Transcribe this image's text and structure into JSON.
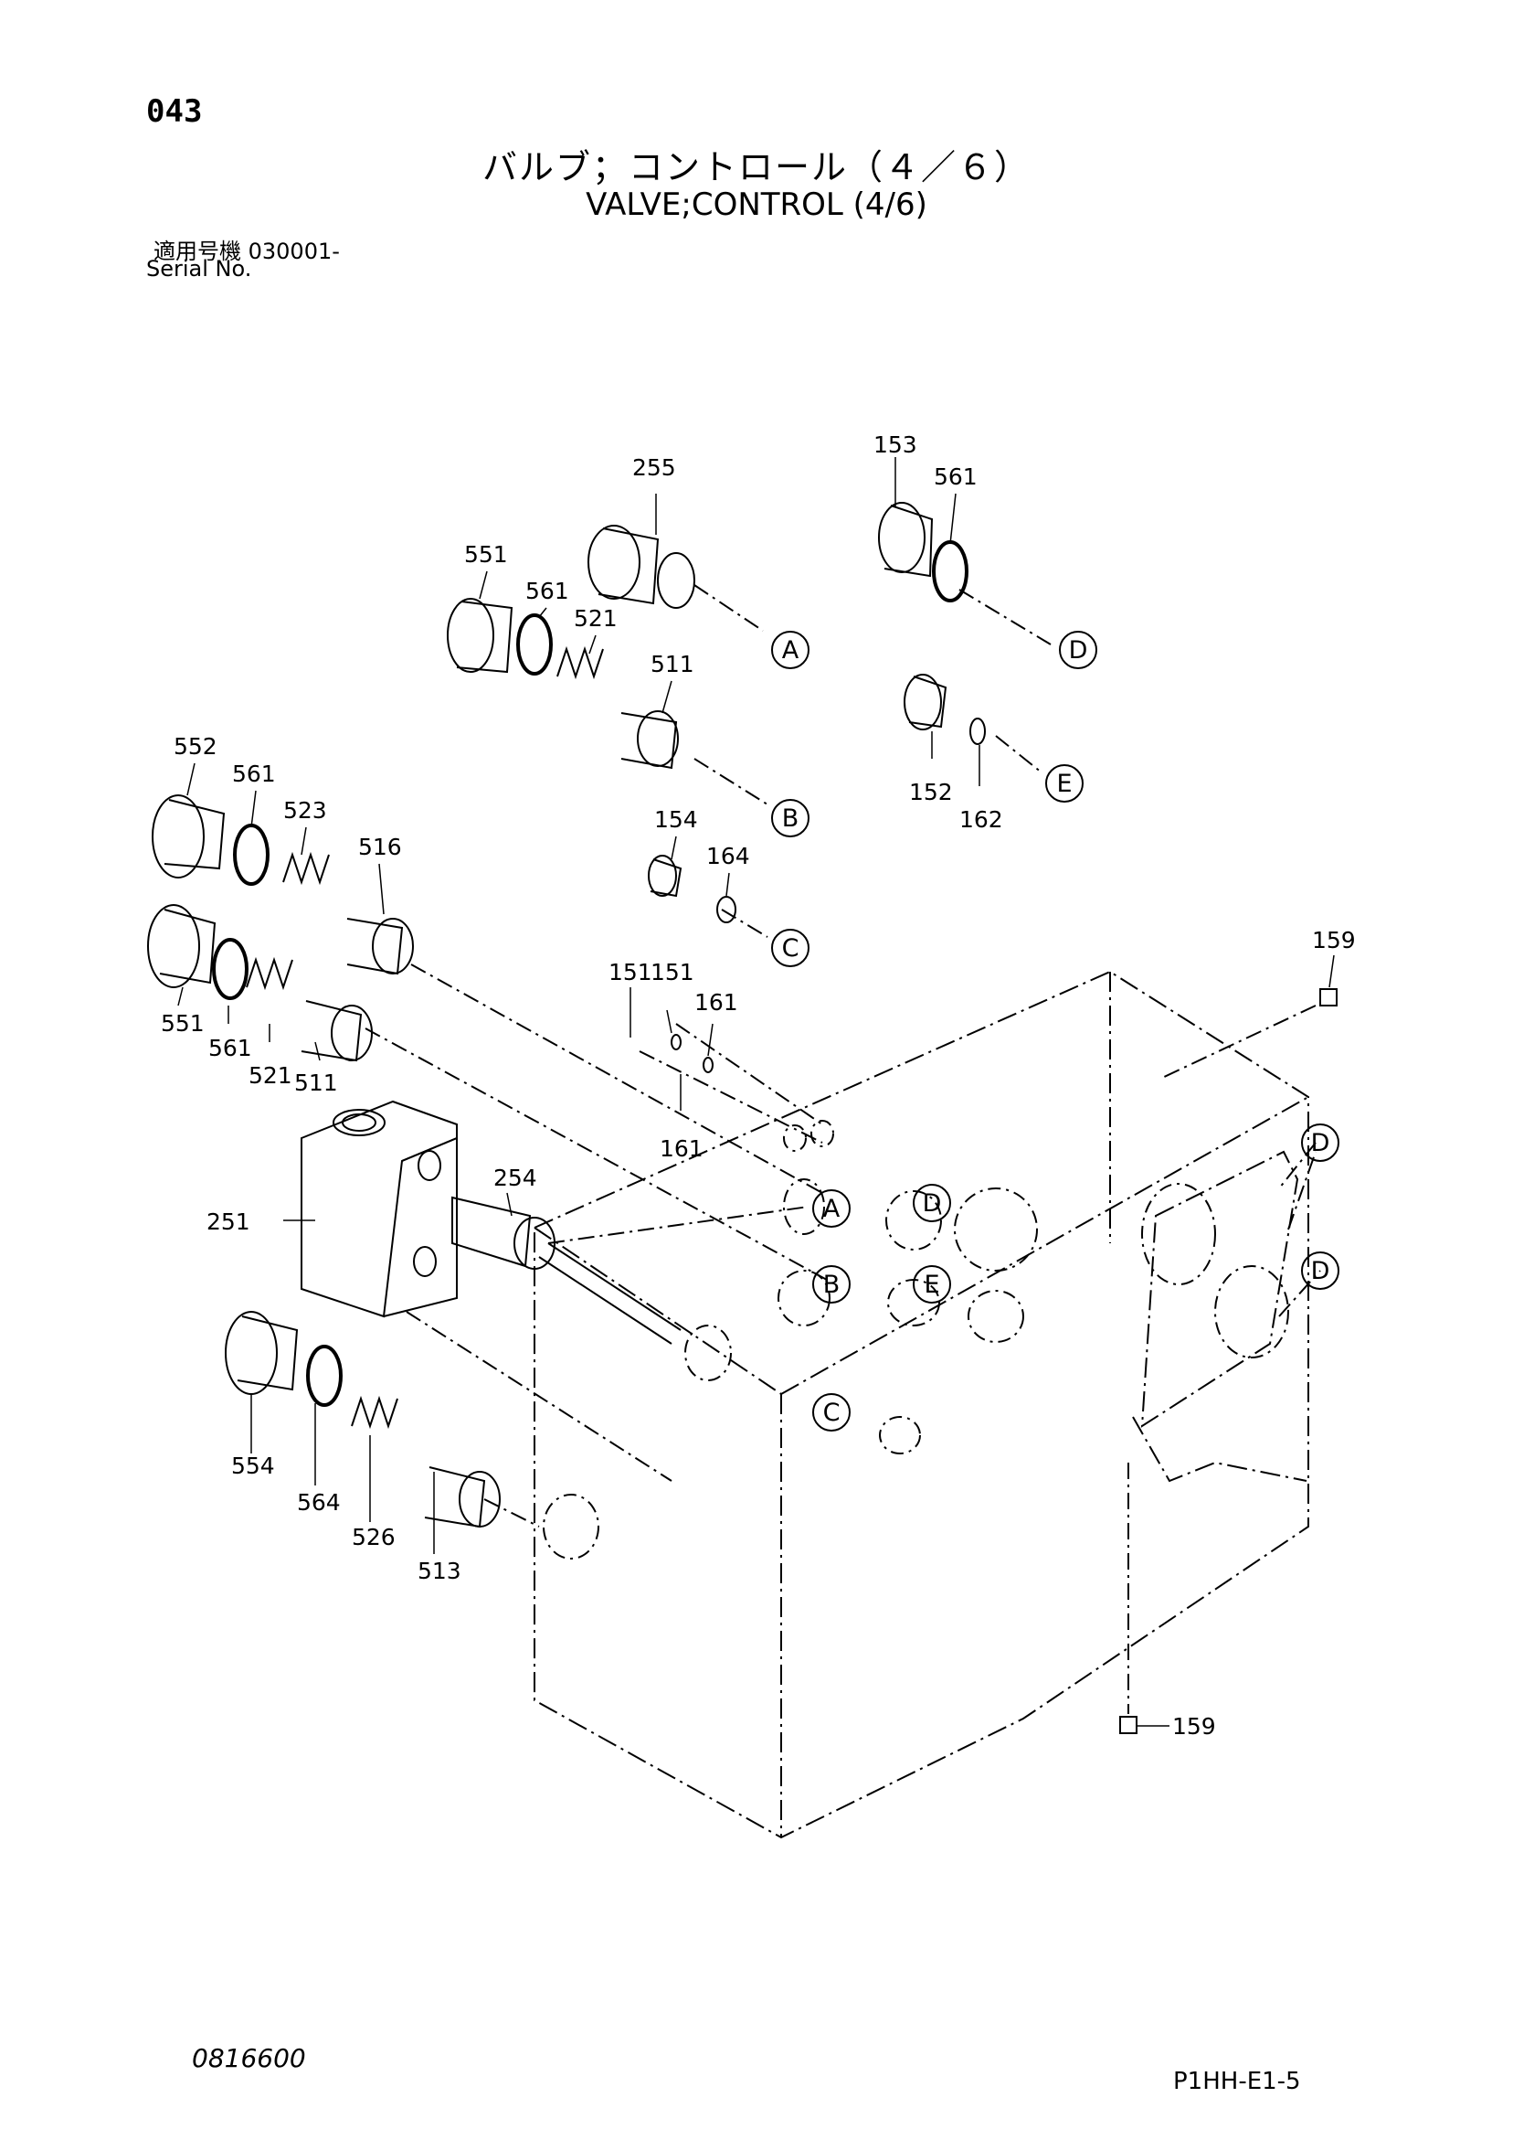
{
  "header": {
    "page_no": "043",
    "title_jp": "バルブ；コントロール（４／６）",
    "title_en": "VALVE;CONTROL (4/6)",
    "serial_jp": "適用号機 030001-",
    "serial_en": "Serial No."
  },
  "footer": {
    "drawing_no": "0816600",
    "sheet_no": "P1HH-E1-5"
  },
  "parts": {
    "p255": "255",
    "p153": "153",
    "p561_top": "561",
    "p551_top": "551",
    "p561_mid": "561",
    "p521_mid": "521",
    "p511_mid": "511",
    "p552": "552",
    "p561_left": "561",
    "p523": "523",
    "p516": "516",
    "p154": "154",
    "p164": "164",
    "p152": "152",
    "p162": "162",
    "p159_top": "159",
    "p151_a": "151",
    "p151_b": "151",
    "p161_a": "161",
    "p161_b": "161",
    "p551_left": "551",
    "p561_low": "561",
    "p521_low": "521",
    "p511_low": "511",
    "p254": "254",
    "p251": "251",
    "p554": "554",
    "p564": "564",
    "p526": "526",
    "p513": "513",
    "p159_bottom": "159"
  },
  "refs": {
    "a": "A",
    "b": "B",
    "c": "C",
    "d": "D",
    "e": "E"
  }
}
